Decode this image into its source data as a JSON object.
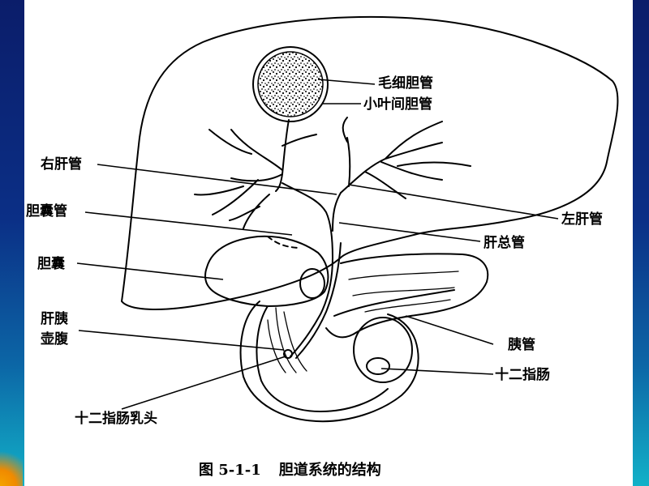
{
  "labels": {
    "capillary_bile_duct": "毛细胆管",
    "interlobular_bile_duct": "小叶间胆管",
    "right_hepatic_duct": "右肝管",
    "left_hepatic_duct": "左肝管",
    "cystic_duct": "胆囊管",
    "common_hepatic_duct": "肝总管",
    "gallbladder": "胆囊",
    "ampulla_line1": "肝胰",
    "ampulla_line2": "壶腹",
    "pancreatic_duct": "胰管",
    "duodenum": "十二指肠",
    "duodenal_papilla": "十二指肠乳头"
  },
  "caption": {
    "figure_number": "图 5-1-1",
    "title": "胆道系统的结构"
  },
  "colors": {
    "background_top": "#0a1f6e",
    "background_bottom": "#10a9c4",
    "accent_corner": "#f08a00",
    "panel": "#ffffff",
    "ink": "#000000"
  }
}
